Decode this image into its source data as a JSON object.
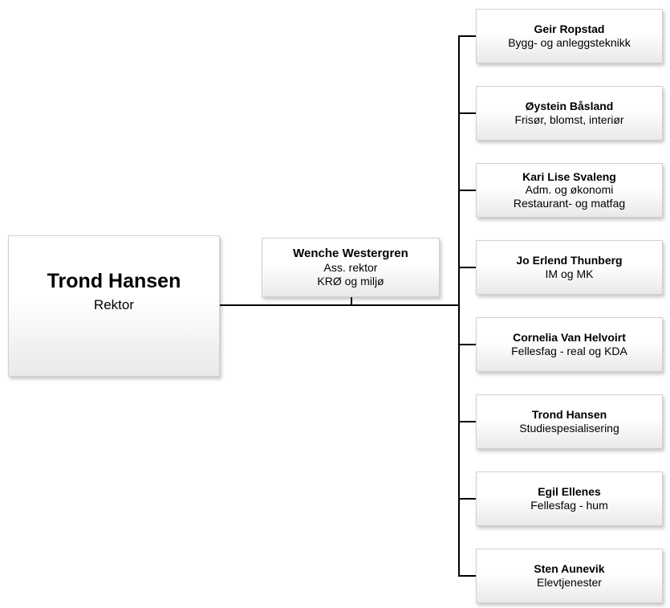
{
  "chart": {
    "type": "org-chart",
    "title": "",
    "root": {
      "name": "Trond Hansen",
      "role": "Rektor"
    },
    "deputy": {
      "name": "Wenche Westergren",
      "role_line1": "Ass. rektor",
      "role_line2": "KRØ og miljø"
    },
    "units": [
      {
        "name": "Geir Ropstad",
        "role_line1": "Bygg- og anleggsteknikk",
        "role_line2": ""
      },
      {
        "name": "Øystein Båsland",
        "role_line1": "Frisør, blomst, interiør",
        "role_line2": ""
      },
      {
        "name": "Kari Lise Svaleng",
        "role_line1": "Adm. og økonomi",
        "role_line2": "Restaurant- og matfag"
      },
      {
        "name": "Jo Erlend Thunberg",
        "role_line1": "IM og MK",
        "role_line2": ""
      },
      {
        "name": "Cornelia Van Helvoirt",
        "role_line1": "Fellesfag - real og KDA",
        "role_line2": ""
      },
      {
        "name": "Trond Hansen",
        "role_line1": "Studiespesialisering",
        "role_line2": ""
      },
      {
        "name": "Egil Ellenes",
        "role_line1": "Fellesfag - hum",
        "role_line2": ""
      },
      {
        "name": "Sten Aunevik",
        "role_line1": "Elevtjenester",
        "role_line2": ""
      }
    ]
  },
  "colors": {
    "box_fill_top": "#ffffff",
    "box_fill_bottom": "#e9e9e9",
    "box_border": "#d0d0d0",
    "connector": "#000000",
    "text": "#000000",
    "background": "#ffffff"
  }
}
